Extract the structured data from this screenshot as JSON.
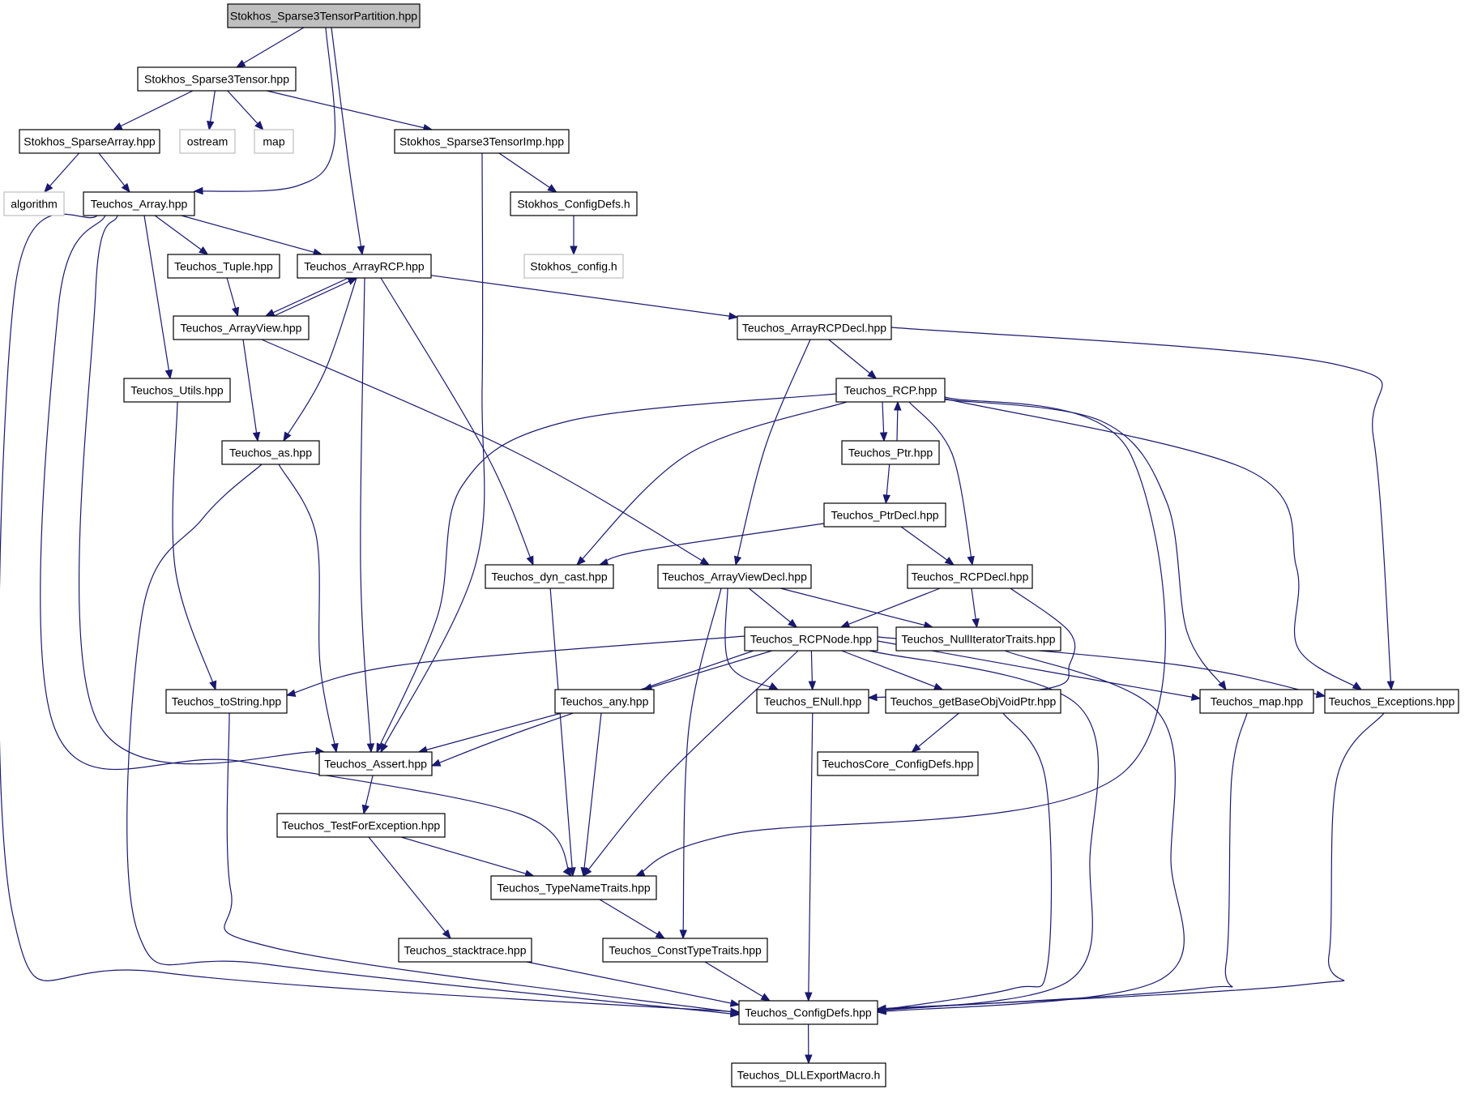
{
  "nodes": [
    {
      "id": "root",
      "label": "Stokhos_Sparse3TensorPartition.hpp",
      "kind": "root"
    },
    {
      "id": "s3t",
      "label": "Stokhos_Sparse3Tensor.hpp",
      "kind": "file"
    },
    {
      "id": "sparsearray",
      "label": "Stokhos_SparseArray.hpp",
      "kind": "file"
    },
    {
      "id": "ostream",
      "label": "ostream",
      "kind": "external"
    },
    {
      "id": "map",
      "label": "map",
      "kind": "external"
    },
    {
      "id": "s3timp",
      "label": "Stokhos_Sparse3TensorImp.hpp",
      "kind": "file"
    },
    {
      "id": "algorithm",
      "label": "algorithm",
      "kind": "external"
    },
    {
      "id": "tarray",
      "label": "Teuchos_Array.hpp",
      "kind": "file"
    },
    {
      "id": "configdefs_s",
      "label": "Stokhos_ConfigDefs.h",
      "kind": "file"
    },
    {
      "id": "config_s",
      "label": "Stokhos_config.h",
      "kind": "external"
    },
    {
      "id": "tuple",
      "label": "Teuchos_Tuple.hpp",
      "kind": "file"
    },
    {
      "id": "arrayrcp",
      "label": "Teuchos_ArrayRCP.hpp",
      "kind": "file"
    },
    {
      "id": "arrayview",
      "label": "Teuchos_ArrayView.hpp",
      "kind": "file"
    },
    {
      "id": "arrayrcpdecl",
      "label": "Teuchos_ArrayRCPDecl.hpp",
      "kind": "file"
    },
    {
      "id": "utils",
      "label": "Teuchos_Utils.hpp",
      "kind": "file"
    },
    {
      "id": "rcp",
      "label": "Teuchos_RCP.hpp",
      "kind": "file"
    },
    {
      "id": "as",
      "label": "Teuchos_as.hpp",
      "kind": "file"
    },
    {
      "id": "ptr",
      "label": "Teuchos_Ptr.hpp",
      "kind": "file"
    },
    {
      "id": "ptrdecl",
      "label": "Teuchos_PtrDecl.hpp",
      "kind": "file"
    },
    {
      "id": "dyncast",
      "label": "Teuchos_dyn_cast.hpp",
      "kind": "file"
    },
    {
      "id": "arrayviewdecl",
      "label": "Teuchos_ArrayViewDecl.hpp",
      "kind": "file"
    },
    {
      "id": "rcpdecl",
      "label": "Teuchos_RCPDecl.hpp",
      "kind": "file"
    },
    {
      "id": "rcpnode",
      "label": "Teuchos_RCPNode.hpp",
      "kind": "file"
    },
    {
      "id": "nulliter",
      "label": "Teuchos_NullIteratorTraits.hpp",
      "kind": "file"
    },
    {
      "id": "tostring",
      "label": "Teuchos_toString.hpp",
      "kind": "file"
    },
    {
      "id": "any",
      "label": "Teuchos_any.hpp",
      "kind": "file"
    },
    {
      "id": "enull",
      "label": "Teuchos_ENull.hpp",
      "kind": "file"
    },
    {
      "id": "getbase",
      "label": "Teuchos_getBaseObjVoidPtr.hpp",
      "kind": "file"
    },
    {
      "id": "tmap",
      "label": "Teuchos_map.hpp",
      "kind": "file"
    },
    {
      "id": "exceptions",
      "label": "Teuchos_Exceptions.hpp",
      "kind": "file"
    },
    {
      "id": "assert",
      "label": "Teuchos_Assert.hpp",
      "kind": "file"
    },
    {
      "id": "coreconfig",
      "label": "TeuchosCore_ConfigDefs.hpp",
      "kind": "file"
    },
    {
      "id": "testforexc",
      "label": "Teuchos_TestForException.hpp",
      "kind": "file"
    },
    {
      "id": "typename",
      "label": "Teuchos_TypeNameTraits.hpp",
      "kind": "file"
    },
    {
      "id": "stacktrace",
      "label": "Teuchos_stacktrace.hpp",
      "kind": "file"
    },
    {
      "id": "consttype",
      "label": "Teuchos_ConstTypeTraits.hpp",
      "kind": "file"
    },
    {
      "id": "configdefs_t",
      "label": "Teuchos_ConfigDefs.hpp",
      "kind": "file"
    },
    {
      "id": "dllexport",
      "label": "Teuchos_DLLExportMacro.h",
      "kind": "file"
    }
  ],
  "edges": [
    [
      "root",
      "s3t"
    ],
    [
      "root",
      "tarray"
    ],
    [
      "root",
      "arrayrcp"
    ],
    [
      "s3t",
      "sparsearray"
    ],
    [
      "s3t",
      "ostream"
    ],
    [
      "s3t",
      "map"
    ],
    [
      "s3t",
      "s3timp"
    ],
    [
      "sparsearray",
      "algorithm"
    ],
    [
      "sparsearray",
      "tarray"
    ],
    [
      "s3timp",
      "configdefs_s"
    ],
    [
      "s3timp",
      "assert"
    ],
    [
      "configdefs_s",
      "config_s"
    ],
    [
      "tarray",
      "tuple"
    ],
    [
      "tarray",
      "arrayrcp"
    ],
    [
      "tarray",
      "utils"
    ],
    [
      "tarray",
      "assert"
    ],
    [
      "tarray",
      "typename"
    ],
    [
      "tarray",
      "configdefs_t"
    ],
    [
      "tuple",
      "arrayview"
    ],
    [
      "arrayrcp",
      "arrayview"
    ],
    [
      "arrayview",
      "arrayrcp"
    ],
    [
      "arrayrcp",
      "as"
    ],
    [
      "arrayrcp",
      "assert"
    ],
    [
      "arrayrcp",
      "dyncast"
    ],
    [
      "arrayrcp",
      "arrayrcpdecl"
    ],
    [
      "arrayview",
      "as"
    ],
    [
      "arrayview",
      "arrayviewdecl"
    ],
    [
      "arrayrcpdecl",
      "rcp"
    ],
    [
      "arrayrcpdecl",
      "arrayviewdecl"
    ],
    [
      "arrayrcpdecl",
      "exceptions"
    ],
    [
      "utils",
      "tostring"
    ],
    [
      "as",
      "assert"
    ],
    [
      "as",
      "configdefs_t"
    ],
    [
      "rcp",
      "ptr"
    ],
    [
      "ptr",
      "rcp"
    ],
    [
      "rcp",
      "assert"
    ],
    [
      "rcp",
      "dyncast"
    ],
    [
      "rcp",
      "rcpdecl"
    ],
    [
      "rcp",
      "typename"
    ],
    [
      "rcp",
      "tmap"
    ],
    [
      "rcp",
      "exceptions"
    ],
    [
      "ptr",
      "ptrdecl"
    ],
    [
      "ptrdecl",
      "dyncast"
    ],
    [
      "ptrdecl",
      "rcpdecl"
    ],
    [
      "dyncast",
      "typename"
    ],
    [
      "arrayviewdecl",
      "rcpnode"
    ],
    [
      "arrayviewdecl",
      "nulliter"
    ],
    [
      "arrayviewdecl",
      "enull"
    ],
    [
      "arrayviewdecl",
      "consttype"
    ],
    [
      "rcpdecl",
      "rcpnode"
    ],
    [
      "rcpdecl",
      "nulliter"
    ],
    [
      "rcpdecl",
      "enull"
    ],
    [
      "rcpnode",
      "tostring"
    ],
    [
      "rcpnode",
      "assert"
    ],
    [
      "rcpnode",
      "any"
    ],
    [
      "rcpnode",
      "enull"
    ],
    [
      "rcpnode",
      "getbase"
    ],
    [
      "rcpnode",
      "tmap"
    ],
    [
      "rcpnode",
      "exceptions"
    ],
    [
      "rcpnode",
      "typename"
    ],
    [
      "rcpnode",
      "configdefs_t"
    ],
    [
      "nulliter",
      "configdefs_t"
    ],
    [
      "tostring",
      "configdefs_t"
    ],
    [
      "any",
      "assert"
    ],
    [
      "any",
      "typename"
    ],
    [
      "enull",
      "configdefs_t"
    ],
    [
      "getbase",
      "coreconfig"
    ],
    [
      "getbase",
      "configdefs_t"
    ],
    [
      "tmap",
      "configdefs_t"
    ],
    [
      "exceptions",
      "configdefs_t"
    ],
    [
      "assert",
      "testforexc"
    ],
    [
      "testforexc",
      "typename"
    ],
    [
      "testforexc",
      "stacktrace"
    ],
    [
      "typename",
      "consttype"
    ],
    [
      "stacktrace",
      "configdefs_t"
    ],
    [
      "consttype",
      "configdefs_t"
    ],
    [
      "configdefs_t",
      "dllexport"
    ]
  ]
}
